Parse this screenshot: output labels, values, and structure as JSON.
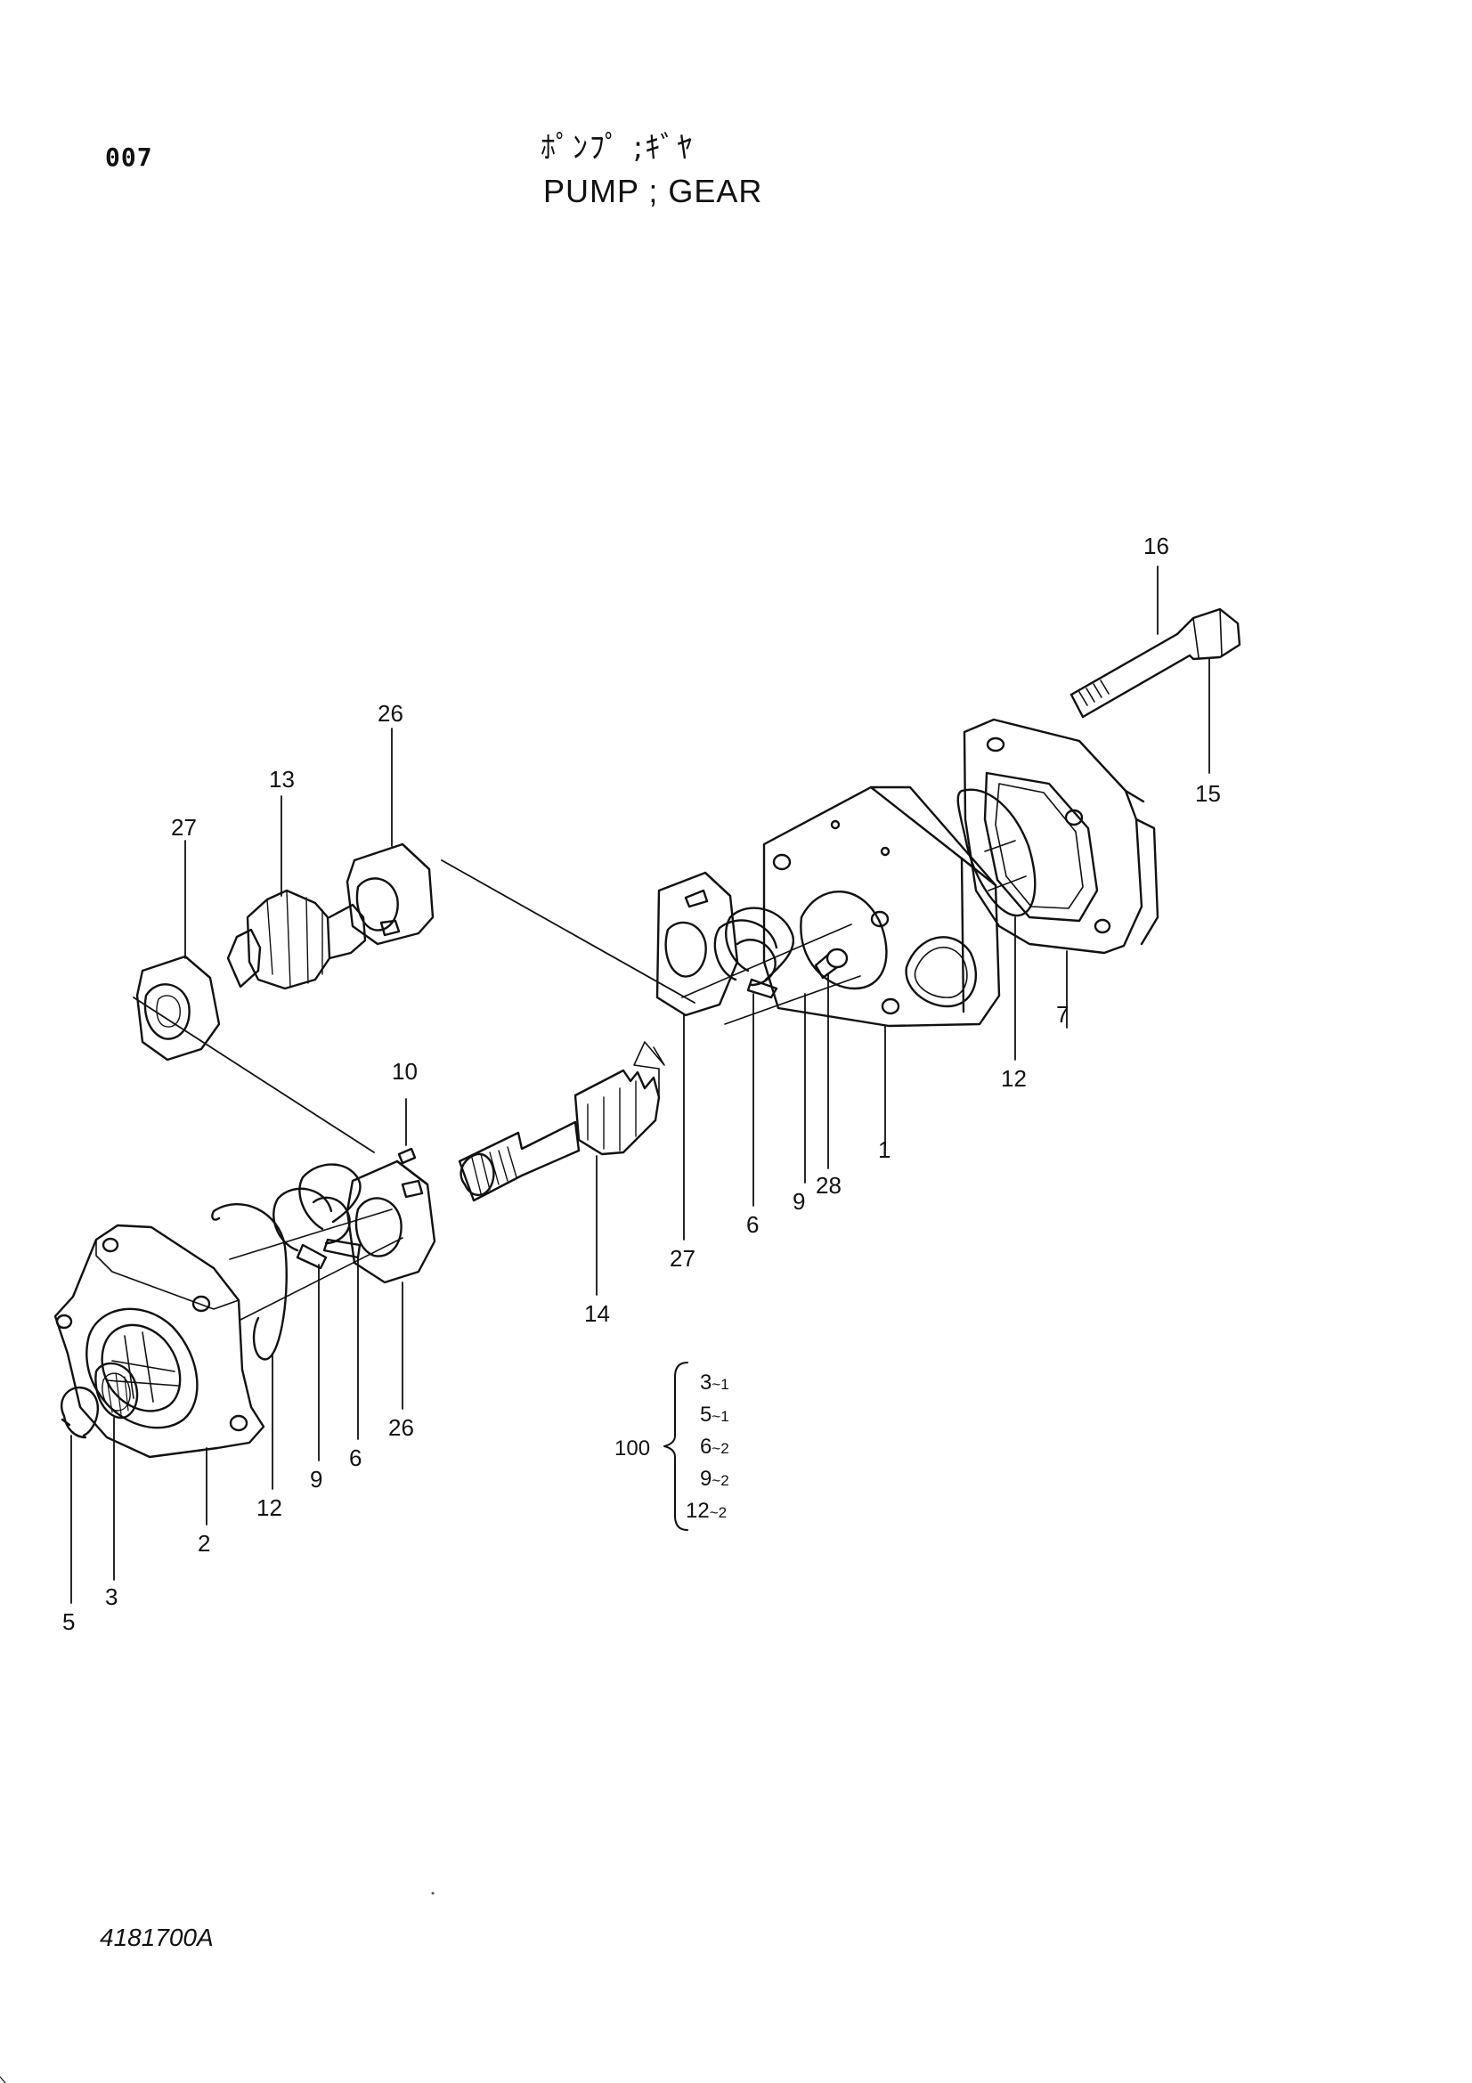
{
  "header": {
    "page_number": "007",
    "title_jp": "ﾎﾟﾝﾌﾟ ;ｷﾞﾔ",
    "title_en": "PUMP ; GEAR"
  },
  "callouts": [
    "16",
    "15",
    "26",
    "13",
    "27",
    "7",
    "12",
    "1",
    "10",
    "28",
    "9",
    "6",
    "27",
    "14",
    "26",
    "6",
    "9",
    "12",
    "2",
    "3",
    "5"
  ],
  "kit": {
    "label": "100",
    "items": [
      {
        "part": "3",
        "qty": "1"
      },
      {
        "part": "5",
        "qty": "1"
      },
      {
        "part": "6",
        "qty": "2"
      },
      {
        "part": "9",
        "qty": "2"
      },
      {
        "part": "12",
        "qty": "2"
      }
    ]
  },
  "footer": {
    "drawing_code": "4181700A"
  }
}
